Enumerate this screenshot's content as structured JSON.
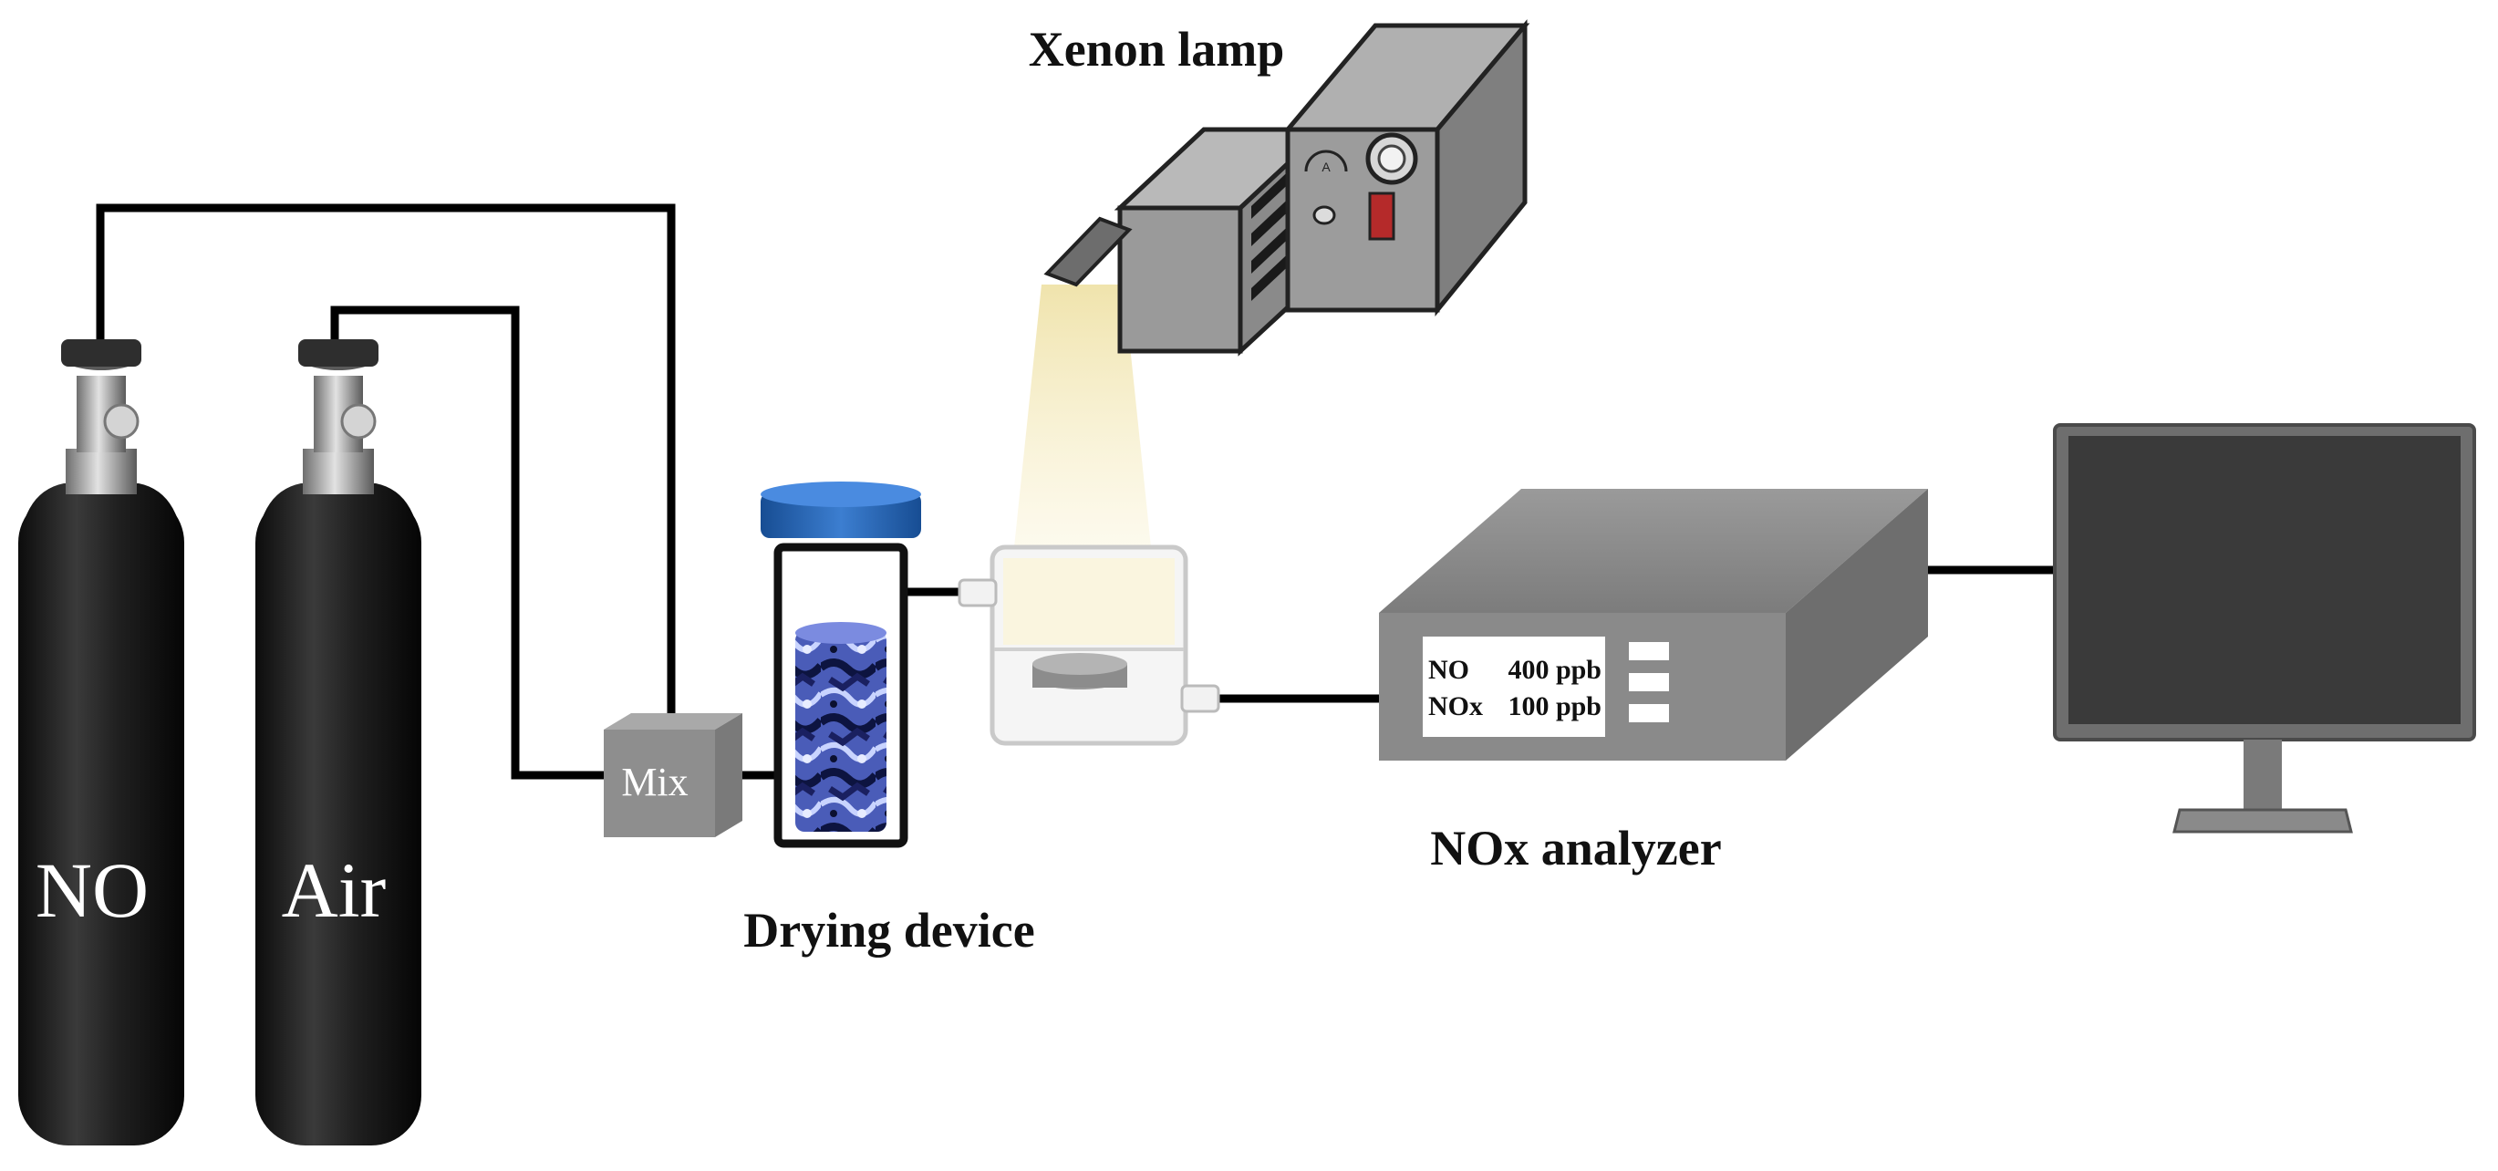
{
  "labels": {
    "no_cylinder": "NO",
    "air_cylinder": "Air",
    "mixer": "Mix",
    "drying_device": "Drying device",
    "xenon_lamp": "Xenon lamp",
    "nox_analyzer": "NOx analyzer"
  },
  "analyzer_display": {
    "no_name": "NO",
    "no_value": "400 ppb",
    "nox_name": "NOx",
    "nox_value": "100 ppb"
  },
  "colors": {
    "cylinder": "#1c1c1c",
    "valve": "#a9a9a9",
    "mixer_box": "#8e8e8e",
    "drying_cap": "#1f5fb0",
    "desiccant": "#3a4fa8",
    "lamp_body": "#8c8c8c",
    "lamp_switch": "#b52a2a",
    "light_beam": "#f6edc7",
    "analyzer_body": "#8a8a8a",
    "monitor_screen": "#3a3a3a",
    "tubing": "#000000"
  }
}
